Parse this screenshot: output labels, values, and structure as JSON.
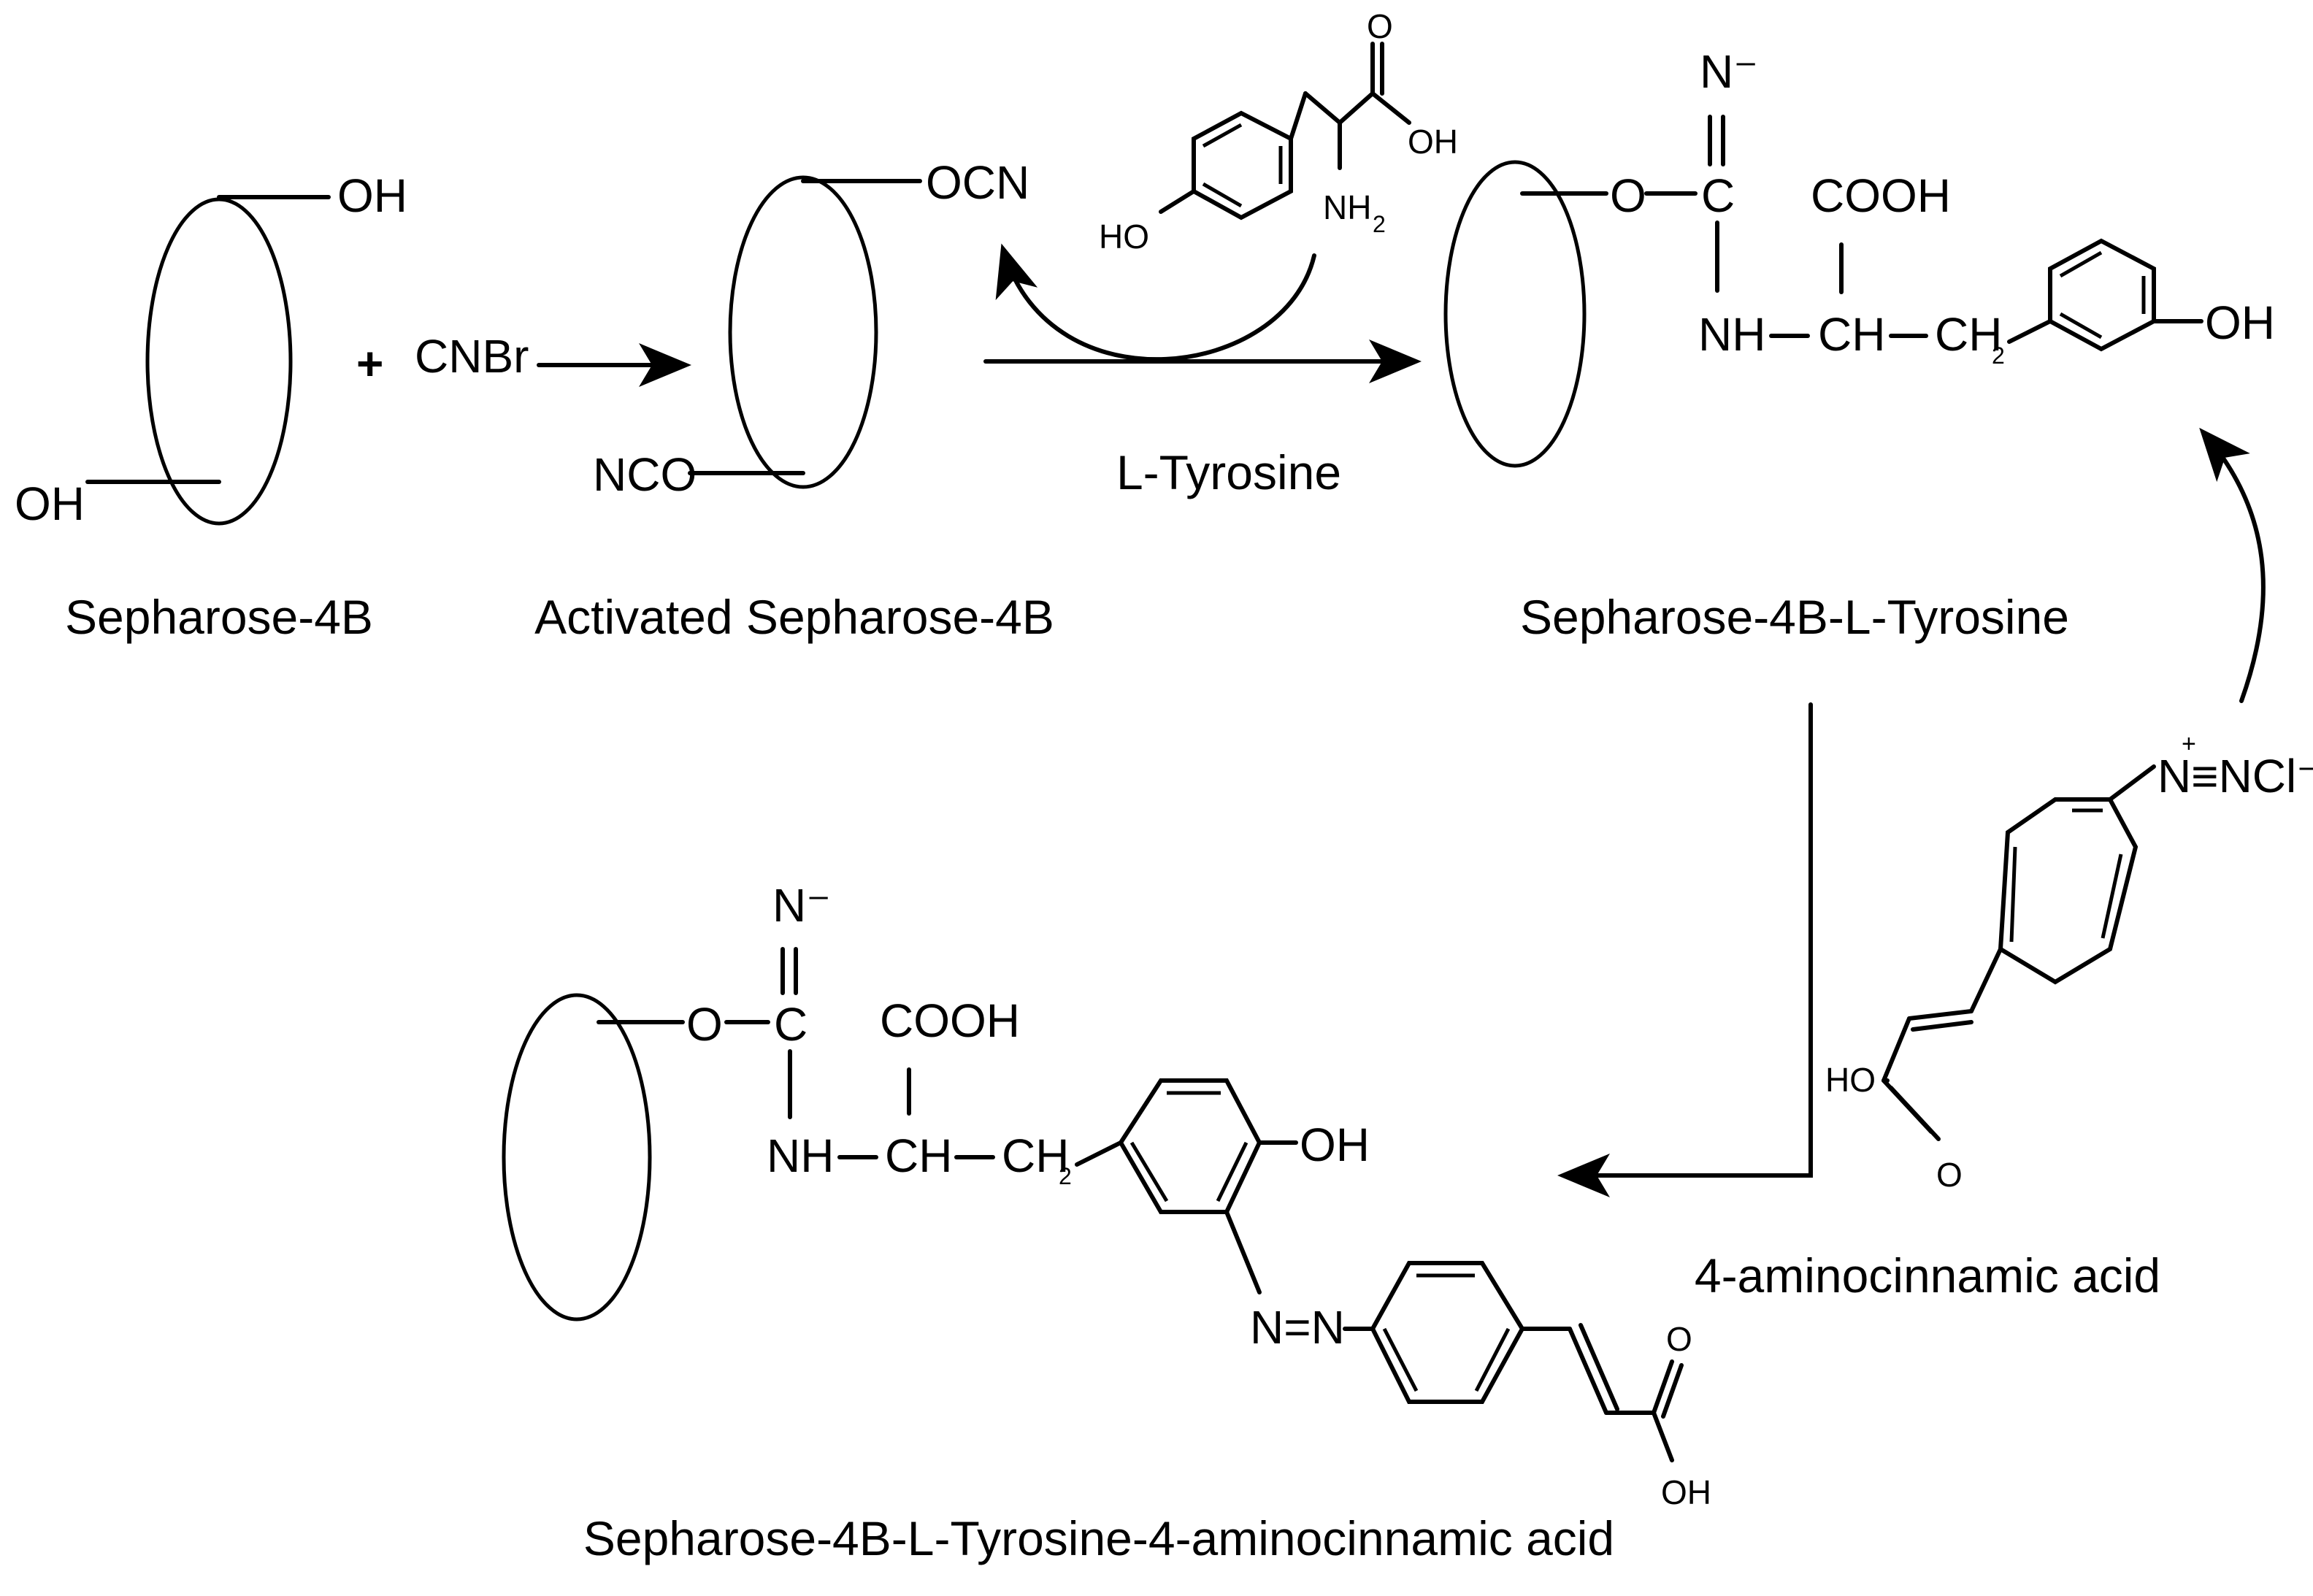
{
  "labels": {
    "oh": "OH",
    "ho": "HO",
    "nh2": "NH",
    "sub2": "2",
    "cooh": "COOH",
    "cnbr": "CNBr",
    "plus": "+",
    "ocn": "OCN",
    "nco": "NCO",
    "o": "O",
    "c": "C",
    "n_minus": "N⁻",
    "nh": "NH",
    "ch": "CH",
    "ch2": "CH",
    "n2cl": "N≡NCl⁻",
    "plus_charge": "+",
    "azo": "N=N",
    "dash": "—"
  },
  "reagents": {
    "l_tyrosine": "L-Tyrosine"
  },
  "captions": {
    "sepharose": "Sepharose-4B",
    "activated": "Activated Sepharose-4B",
    "sepharose_tyrosine": "Sepharose-4B-L-Tyrosine",
    "aminocinnamic": "4-aminocinnamic acid",
    "final_product": "Sepharose-4B-L-Tyrosine-4-aminocinnamic acid"
  }
}
